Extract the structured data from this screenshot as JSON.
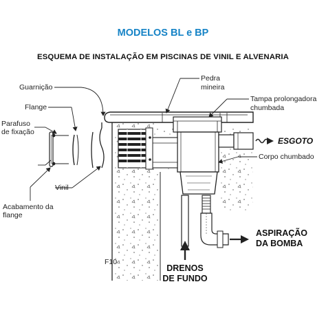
{
  "header": {
    "title": "MODELOS BL e BP",
    "subtitle": "ESQUEMA DE INSTALAÇÃO EM PISCINAS DE VINIL E ALVENARIA"
  },
  "labels": {
    "guarnicao": "Guarnição",
    "flange": "Flange",
    "parafuso_line1": "Parafuso",
    "parafuso_line2": "de fixação",
    "vinil": "Vinil",
    "acabamento_line1": "Acabamento da",
    "acabamento_line2": "flange",
    "pedra_line1": "Pedra",
    "pedra_line2": "mineira",
    "tampa_line1": "Tampa prolongadora",
    "tampa_line2": "chumbada",
    "esgoto": "ESGOTO",
    "corpo": "Corpo chumbado",
    "aspiracao_line1": "ASPIRAÇÃO",
    "aspiracao_line2": "DA BOMBA",
    "drenos_line1": "DRENOS",
    "drenos_line2": "DE FUNDO",
    "figure": "F10"
  },
  "colors": {
    "title": "#1683c6",
    "line": "#222222",
    "fill_light": "#ffffff",
    "hatch": "#555555"
  }
}
